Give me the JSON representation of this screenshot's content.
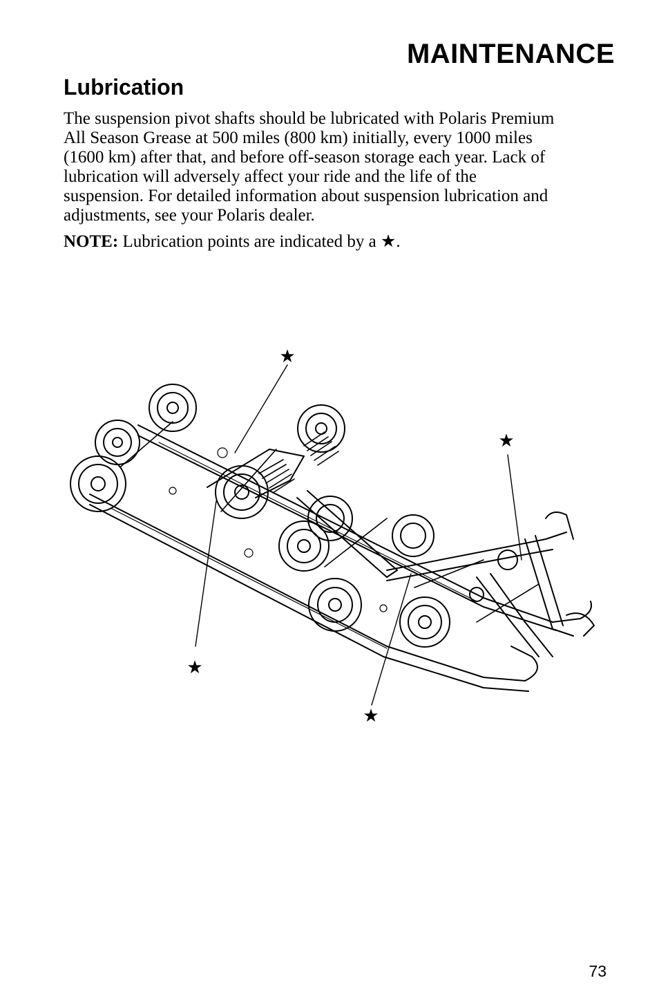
{
  "header": {
    "title": "MAINTENANCE"
  },
  "section": {
    "title": "Lubrication"
  },
  "paragraph_lines": [
    "The suspension pivot shafts should be lubricated with Polaris Premium",
    "All Season Grease at 500 miles (800 km) initially, every 1000 miles",
    "(1600 km) after that, and before off-season storage each year.  Lack of",
    "lubrication will adversely affect your ride and the life of the",
    "suspension.  For detailed information about suspension lubrication and",
    "adjustments, see your Polaris dealer."
  ],
  "note": {
    "label": "NOTE:",
    "text": "Lubrication points are indicated by a ★."
  },
  "diagram": {
    "marker_symbol": "★",
    "subject": "rear suspension line drawing",
    "marker_count": 4
  },
  "footer": {
    "page_number": "73"
  }
}
